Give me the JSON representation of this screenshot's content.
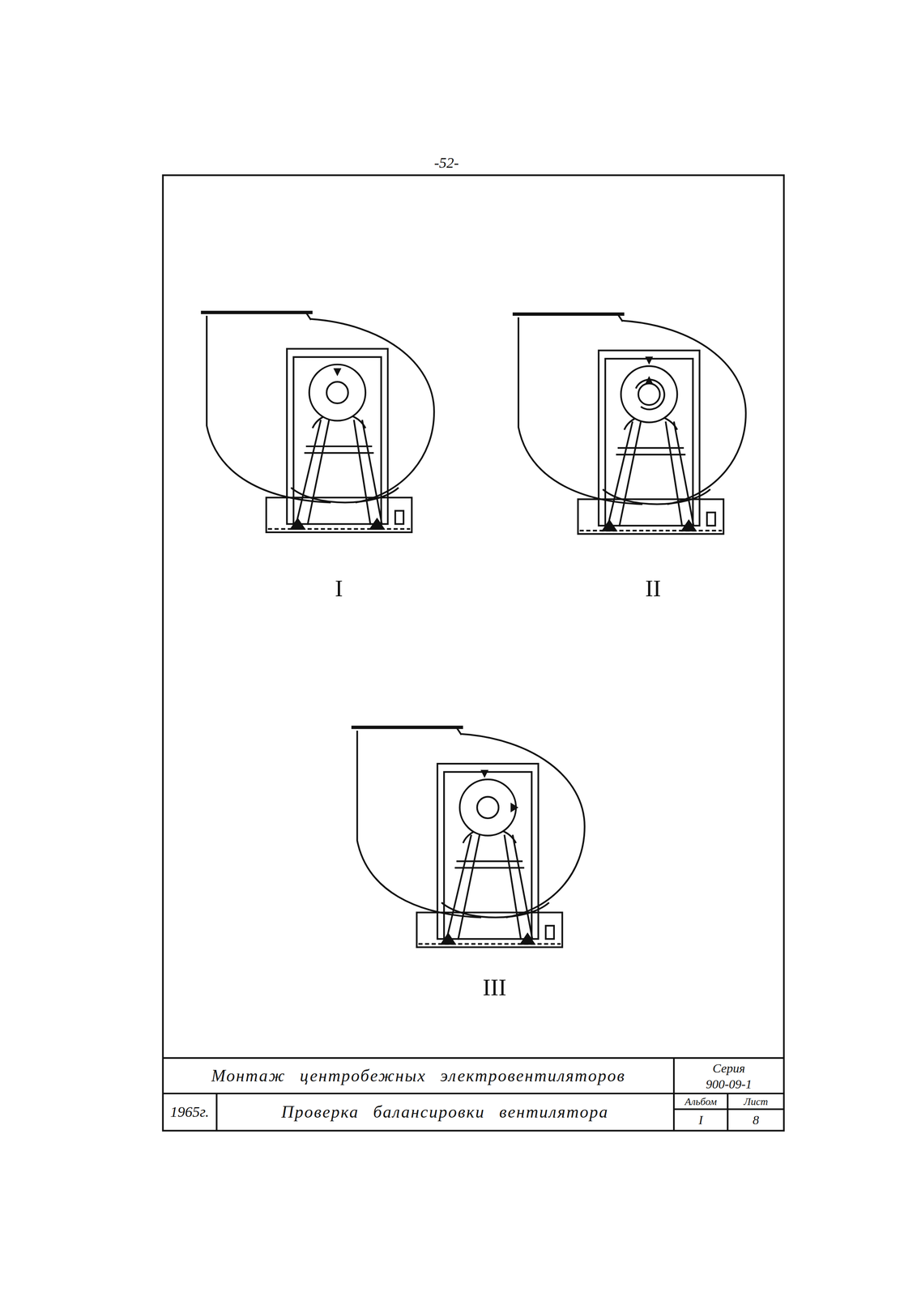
{
  "diagram": {
    "labels": [
      "-52-",
      "I",
      "II",
      "III",
      "Монтаж центробежных электровентиляторов",
      "Серия",
      "900-09-1",
      "1965г.",
      "Проверка балансировки вентилятора",
      "Альбом",
      "Лист",
      "I",
      "8"
    ]
  }
}
